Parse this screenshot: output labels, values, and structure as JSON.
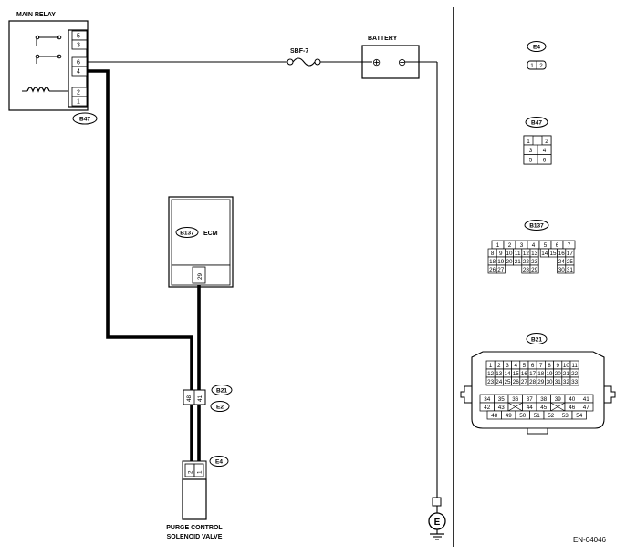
{
  "labels": {
    "main_relay": "MAIN RELAY",
    "battery": "BATTERY",
    "fuse": "SBF-7",
    "ecm": "ECM",
    "valve_line1": "PURGE CONTROL",
    "valve_line2": "SOLENOID VALVE",
    "ground": "E",
    "figure_id": "EN-04046"
  },
  "battery_symbols": {
    "positive": "⊕",
    "negative": "⊖"
  },
  "relay_pins": [
    "5",
    "3",
    "6",
    "4",
    "2",
    "1"
  ],
  "ecm_pin": "29",
  "joint_pins": [
    "48",
    "41"
  ],
  "valve_pins": [
    "2",
    "1"
  ],
  "connectors": {
    "b47": "B47",
    "b137": "B137",
    "b21": "B21",
    "e2": "E2",
    "e4": "E4"
  },
  "legend": {
    "e4": {
      "id": "E4",
      "pins": [
        "1",
        "2"
      ]
    },
    "b47": {
      "id": "B47",
      "rows": [
        [
          "1",
          "",
          "2"
        ],
        [
          "3",
          "4"
        ],
        [
          "5",
          "6"
        ]
      ]
    },
    "b137": {
      "id": "B137",
      "rows": [
        [
          "1",
          "2",
          "3",
          "4",
          "5",
          "6",
          "7"
        ],
        [
          "8",
          "9",
          "10",
          "11",
          "12",
          "13",
          "14",
          "15",
          "16",
          "17"
        ],
        [
          "18",
          "19",
          "20",
          "21",
          "22",
          "23",
          "",
          "",
          "24",
          "25"
        ],
        [
          "26",
          "27",
          "",
          "",
          "28",
          "29",
          "",
          "",
          "30",
          "31"
        ]
      ]
    },
    "b21": {
      "id": "B21",
      "rows": [
        [
          "1",
          "2",
          "3",
          "4",
          "5",
          "6",
          "7",
          "8",
          "9",
          "10",
          "11"
        ],
        [
          "12",
          "13",
          "14",
          "15",
          "16",
          "17",
          "18",
          "19",
          "20",
          "21",
          "22"
        ],
        [
          "23",
          "24",
          "25",
          "26",
          "27",
          "28",
          "29",
          "30",
          "31",
          "32",
          "33"
        ],
        [
          "34",
          "35",
          "36",
          "37",
          "38",
          "39",
          "40",
          "41"
        ],
        [
          "42",
          "43",
          "",
          "44",
          "45",
          "",
          "46",
          "47"
        ],
        [
          "48",
          "49",
          "50",
          "51",
          "52",
          "53",
          "54"
        ]
      ]
    }
  }
}
